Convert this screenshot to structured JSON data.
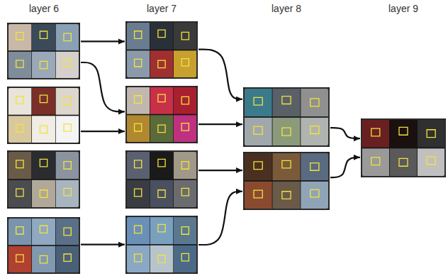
{
  "diagram": {
    "nodes": [
      {
        "text": []
      },
      {
        "text": []
      },
      {
        "text": []
      },
      {
        "text": []
      },
      {
        "text": []
      },
      {
        "text": []
      },
      {
        "text": []
      },
      {
        "text": []
      },
      {
        "text": []
      },
      {
        "text": []
      },
      {
        "text": []
      }
    ],
    "edges": [
      {
        "from": 0,
        "to": 4,
        "arrow": "to"
      },
      {
        "from": 0,
        "to": 5,
        "arrow": "to"
      },
      {
        "from": 1,
        "to": 5,
        "arrow": "to"
      },
      {
        "from": 3,
        "to": 7,
        "arrow": "to"
      },
      {
        "from": 4,
        "to": 8,
        "arrow": "to"
      },
      {
        "from": 5,
        "to": 8,
        "arrow": "to"
      },
      {
        "from": 6,
        "to": 9,
        "arrow": "to"
      },
      {
        "from": 7,
        "to": 9,
        "arrow": "to"
      },
      {
        "from": 8,
        "to": 10,
        "arrow": "to"
      },
      {
        "from": 9,
        "to": 10,
        "arrow": "to"
      }
    ],
    "labels": [
      "layer 6",
      "layer 7",
      "layer 8",
      "layer 9"
    ]
  }
}
